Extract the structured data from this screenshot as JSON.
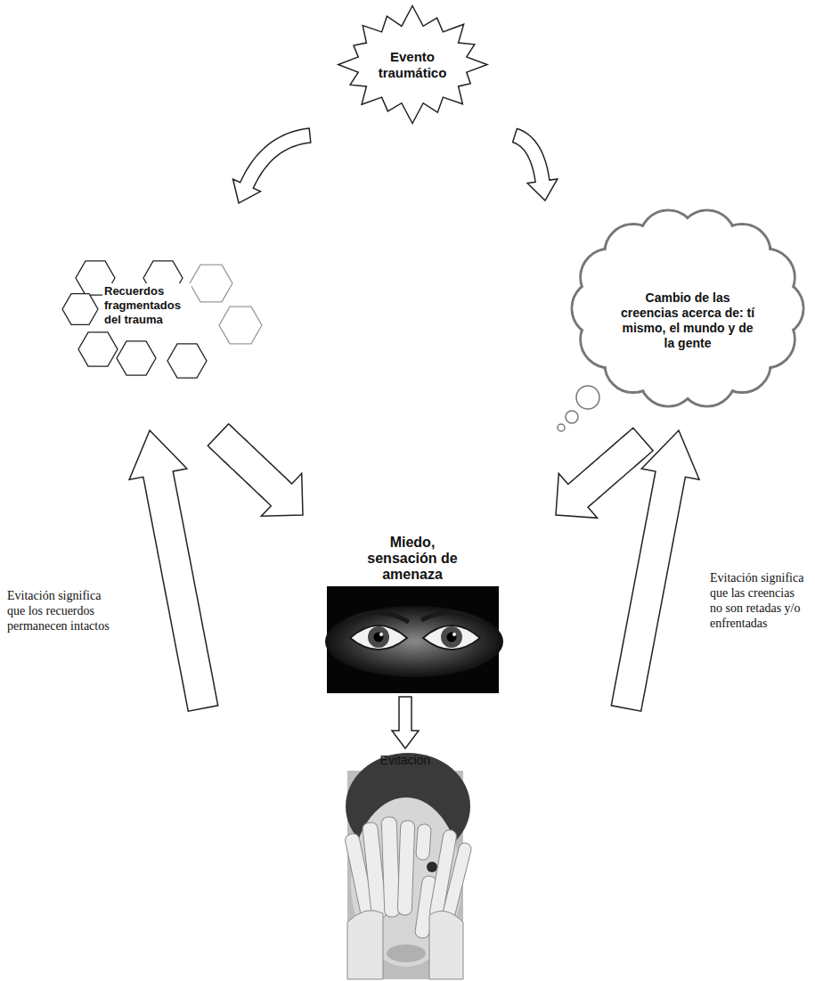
{
  "diagram": {
    "nodes": [
      {
        "text": [
          "Evento traumático"
        ]
      },
      {
        "text": [
          "Recuerdos fragmentados del trauma"
        ]
      },
      {
        "text": [
          "Cambio de las creencias acerca de: tí mismo, el mundo y de la gente"
        ]
      },
      {
        "text": [
          "Miedo, sensación de amenaza"
        ]
      },
      {
        "text": [
          "Evitacion"
        ]
      }
    ],
    "edges": [
      {
        "from": 0,
        "to": 1,
        "arrow": "to"
      },
      {
        "from": 0,
        "to": 2,
        "arrow": "to"
      },
      {
        "from": 1,
        "to": 3,
        "arrow": "to"
      },
      {
        "from": 2,
        "to": 3,
        "arrow": "to"
      },
      {
        "from": 3,
        "to": 4,
        "arrow": "to"
      },
      {
        "from": 4,
        "to": 1,
        "arrow": "to",
        "label": "Evitación significa que los recuerdos permanecen intactos"
      },
      {
        "from": 4,
        "to": 2,
        "arrow": "to",
        "label": "Evitación significa que las creencias no son retadas y/o enfrentadas"
      }
    ]
  }
}
